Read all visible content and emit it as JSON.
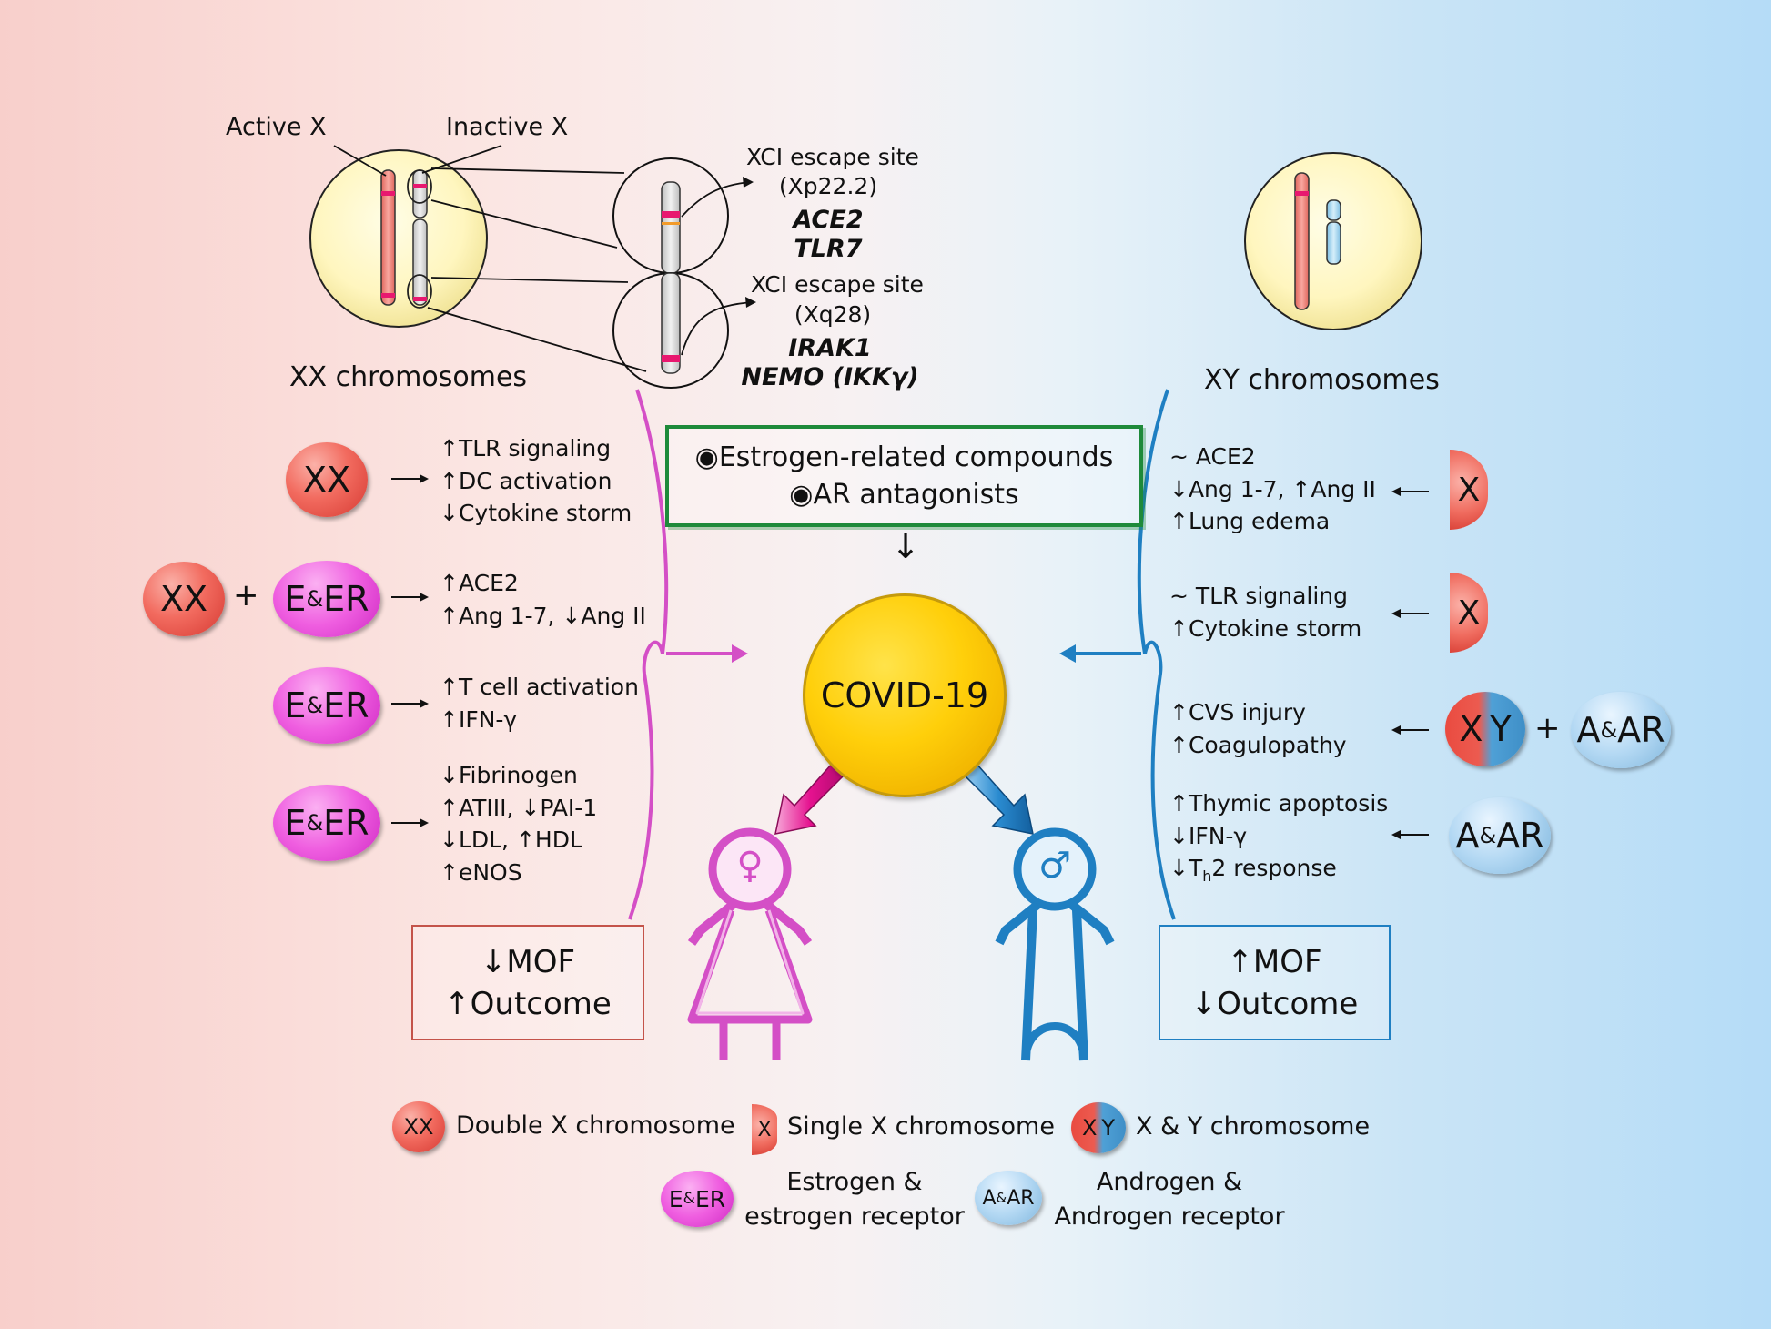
{
  "top_labels": {
    "active_x": "Active X",
    "inactive_x": "Inactive X"
  },
  "escape_sites": [
    {
      "title": "XCI escape site",
      "locus": "(Xp22.2)",
      "genes": [
        "ACE2",
        "TLR7"
      ]
    },
    {
      "title": "XCI escape site",
      "locus": "(Xq28)",
      "genes": [
        "IRAK1",
        "NEMO (IKKγ)"
      ]
    }
  ],
  "headers": {
    "xx": "XX chromosomes",
    "xy": "XY chromosomes"
  },
  "treatment": {
    "line1": "◉Estrogen-related compounds",
    "line2": "◉AR antagonists"
  },
  "center": {
    "label": "COVID-19",
    "arrow_down": "↓",
    "female_symbol": "♀",
    "male_symbol": "♂"
  },
  "operators": {
    "plus": "+",
    "arrow_right": "→",
    "arrow_left": "←"
  },
  "badges": {
    "xx": "XX",
    "x": "X",
    "xy_x": "X",
    "xy_y": "Y",
    "eer_e": "E",
    "eer_amp": "&",
    "eer_er": "ER",
    "aar_a": "A",
    "aar_amp": "&",
    "aar_ar": "AR"
  },
  "left_effects": [
    [
      "↑TLR signaling",
      "↑DC activation",
      "↓Cytokine storm"
    ],
    [
      "↑ACE2",
      "↑Ang 1-7, ↓Ang II"
    ],
    [
      "↑T cell activation",
      "↑IFN-γ"
    ],
    [
      "↓Fibrinogen",
      "↑ATIII, ↓PAI-1",
      "↓LDL, ↑HDL",
      "↑eNOS"
    ]
  ],
  "right_effects": [
    [
      "~ ACE2",
      "↓Ang 1-7, ↑Ang II",
      "↑Lung edema"
    ],
    [
      "~ TLR signaling",
      "↑Cytokine storm"
    ],
    [
      "↑CVS injury",
      "↑Coagulopathy"
    ],
    [
      "↑Thymic apoptosis",
      "↓IFN-γ",
      "↓T",
      "h",
      "2 response"
    ]
  ],
  "outcomes": {
    "female": {
      "line1": "↓MOF",
      "line2": "↑Outcome"
    },
    "male": {
      "line1": "↑MOF",
      "line2": "↓Outcome"
    }
  },
  "legend": {
    "double_x": "Double X chromosome",
    "single_x": "Single X chromosome",
    "xy": "X & Y chromosome",
    "estrogen_1": "Estrogen &",
    "estrogen_2": "estrogen receptor",
    "androgen_1": "Androgen &",
    "androgen_2": "Androgen receptor"
  },
  "colors": {
    "female": "#d44fc6",
    "male": "#1f7fc2",
    "treatment_border": "#1e8a3a",
    "covid": "#ffcf0a",
    "chromosome_red": "#f28a80",
    "chromosome_blue": "#a9d7ef",
    "cell": "#fff7c4"
  }
}
